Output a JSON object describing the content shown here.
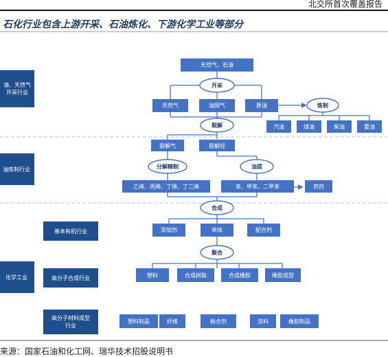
{
  "header": {
    "report": "北交所首次覆盖报告"
  },
  "title": "石化行业包含上游开采、石油炼化、下游化学工业等部分",
  "source": "来源：国家石油和化工网、瑞华技术招股说明书",
  "colors": {
    "box": "#4472c4",
    "side": "#1f4e8c",
    "line": "#4472c4",
    "dash": "#b7c3d6",
    "text": "#ffffff"
  },
  "sections": {
    "upstream": "油、天然气开采行业",
    "refining": "油炼制行业",
    "chemical": "化学工业",
    "basic_organic": "基本有机行业",
    "polymer_synthesis": "高分子合成行业",
    "polymer_forming": "高分子材料成型行业"
  },
  "nodes": {
    "gas_oil": "天然气、石油",
    "extract": "开采",
    "natural_gas": "天然气",
    "oilfield_gas": "油田气",
    "crude": "原油",
    "refine": "炼制",
    "gasoline": "汽油",
    "kerosene": "煤油",
    "diesel": "柴油",
    "heavy_oil": "重油",
    "crack": "裂解",
    "cracked_gas": "裂解气",
    "cracked_hc": "裂解烃",
    "separation": "分解精制",
    "oil_extract": "油提",
    "olefins": "乙烯、丙烯、丁烯、丁二烯",
    "aromatics": "苯、甲苯、二甲苯",
    "pesticide": "农药",
    "synthesis": "合成",
    "additive": "添加剂",
    "monomer": "单体",
    "formulation": "配合剂",
    "polymerize": "聚合",
    "plastic": "塑料",
    "resin": "合成树脂",
    "rubber": "合成橡胶",
    "rubber_form": "橡胶成型",
    "plastic_product": "塑料制品",
    "fiber": "纤维",
    "adhesive": "粘合剂",
    "coating": "涂料",
    "rubber_product": "橡胶制品"
  }
}
